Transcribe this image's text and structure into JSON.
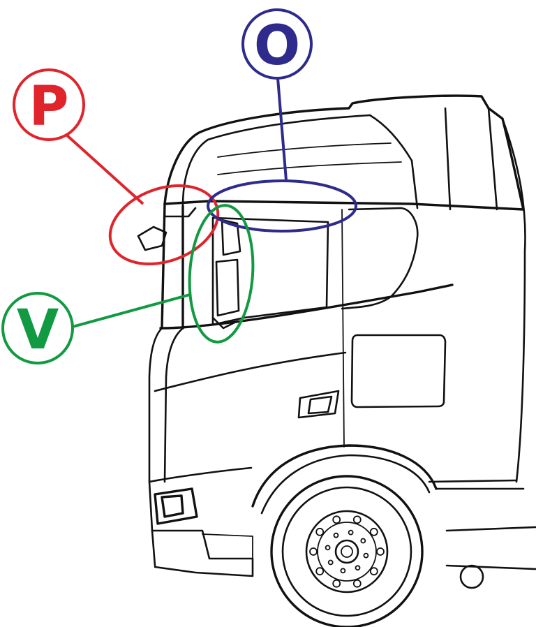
{
  "callouts": {
    "p": {
      "letter": "P",
      "color": "#e0242c"
    },
    "o": {
      "letter": "O",
      "color": "#2e2b8c"
    },
    "v": {
      "letter": "V",
      "color": "#119a41"
    }
  },
  "line_color": "#111111",
  "background": "#ffffff"
}
